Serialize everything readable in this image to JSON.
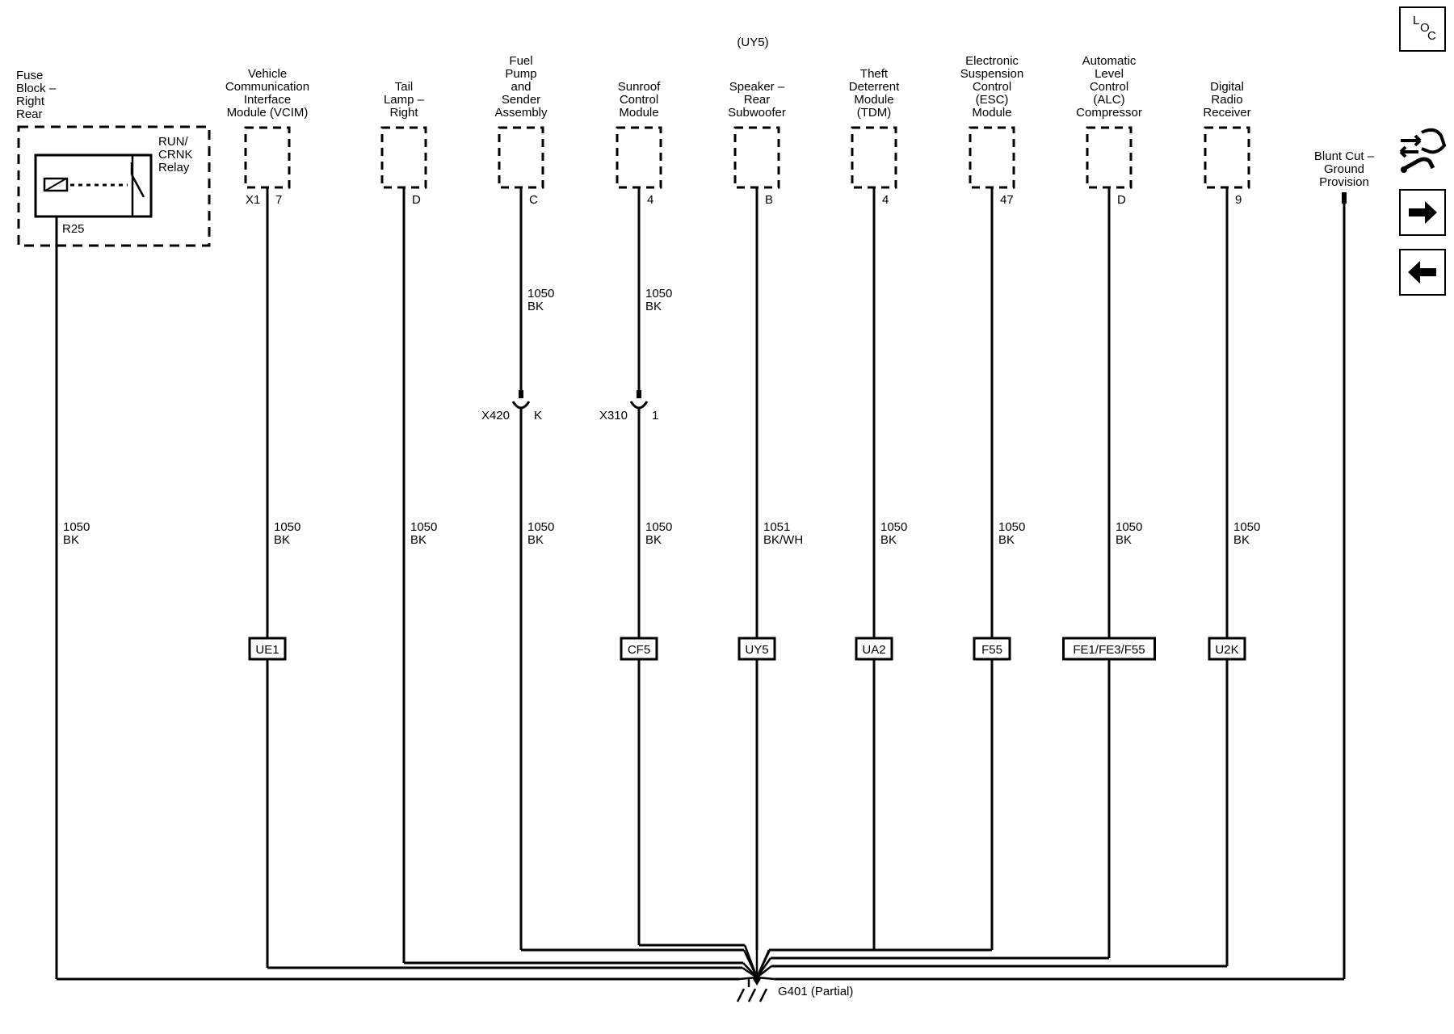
{
  "diagram": {
    "option_code_top": "(UY5)",
    "relay_box": {
      "component_lines": [
        "Fuse",
        "Block –",
        "Right",
        "Rear"
      ],
      "relay_lines": [
        "RUN/",
        "CRNK",
        "Relay"
      ],
      "relay_ref": "R25",
      "wire_circuit": "1050",
      "wire_color": "BK"
    },
    "branches": [
      {
        "id": "vcim",
        "name_lines": [
          "Vehicle",
          "Communication",
          "Interface",
          "Module (VCIM)"
        ],
        "connector": "X1",
        "pin": "7",
        "circuit": "1050",
        "color": "BK",
        "option": "UE1"
      },
      {
        "id": "tail-lamp",
        "name_lines": [
          "Tail",
          "Lamp –",
          "Right"
        ],
        "pin": "D",
        "circuit": "1050",
        "color": "BK"
      },
      {
        "id": "fuel-pump",
        "name_lines": [
          "Fuel",
          "Pump",
          "and",
          "Sender",
          "Assembly"
        ],
        "pin": "C",
        "upper_circuit": "1050",
        "upper_color": "BK",
        "inline_connector": "X420",
        "inline_pin": "K",
        "circuit": "1050",
        "color": "BK"
      },
      {
        "id": "sunroof",
        "name_lines": [
          "Sunroof",
          "Control",
          "Module"
        ],
        "pin": "4",
        "upper_circuit": "1050",
        "upper_color": "BK",
        "inline_connector": "X310",
        "inline_pin": "1",
        "circuit": "1050",
        "color": "BK",
        "option": "CF5"
      },
      {
        "id": "speaker",
        "name_lines": [
          "Speaker –",
          "Rear",
          "Subwoofer"
        ],
        "pin": "B",
        "circuit": "1051",
        "color": "BK/WH",
        "option": "UY5"
      },
      {
        "id": "tdm",
        "name_lines": [
          "Theft",
          "Deterrent",
          "Module",
          "(TDM)"
        ],
        "pin": "4",
        "circuit": "1050",
        "color": "BK",
        "option": "UA2"
      },
      {
        "id": "esc",
        "name_lines": [
          "Electronic",
          "Suspension",
          "Control",
          "(ESC)",
          "Module"
        ],
        "pin": "47",
        "circuit": "1050",
        "color": "BK",
        "option": "F55"
      },
      {
        "id": "alc",
        "name_lines": [
          "Automatic",
          "Level",
          "Control",
          "(ALC)",
          "Compressor"
        ],
        "pin": "D",
        "circuit": "1050",
        "color": "BK",
        "option": "FE1/FE3/F55"
      },
      {
        "id": "radio",
        "name_lines": [
          "Digital",
          "Radio",
          "Receiver"
        ],
        "pin": "9",
        "circuit": "1050",
        "color": "BK",
        "option": "U2K"
      }
    ],
    "blunt_cut_lines": [
      "Blunt Cut –",
      "Ground",
      "Provision"
    ],
    "ground_label": "G401 (Partial)"
  },
  "nav": {
    "loc_letters": [
      "L",
      "O",
      "C"
    ],
    "icons": [
      "loc-icon",
      "wire-connector-icon",
      "arrow-right-icon",
      "arrow-left-icon"
    ]
  }
}
